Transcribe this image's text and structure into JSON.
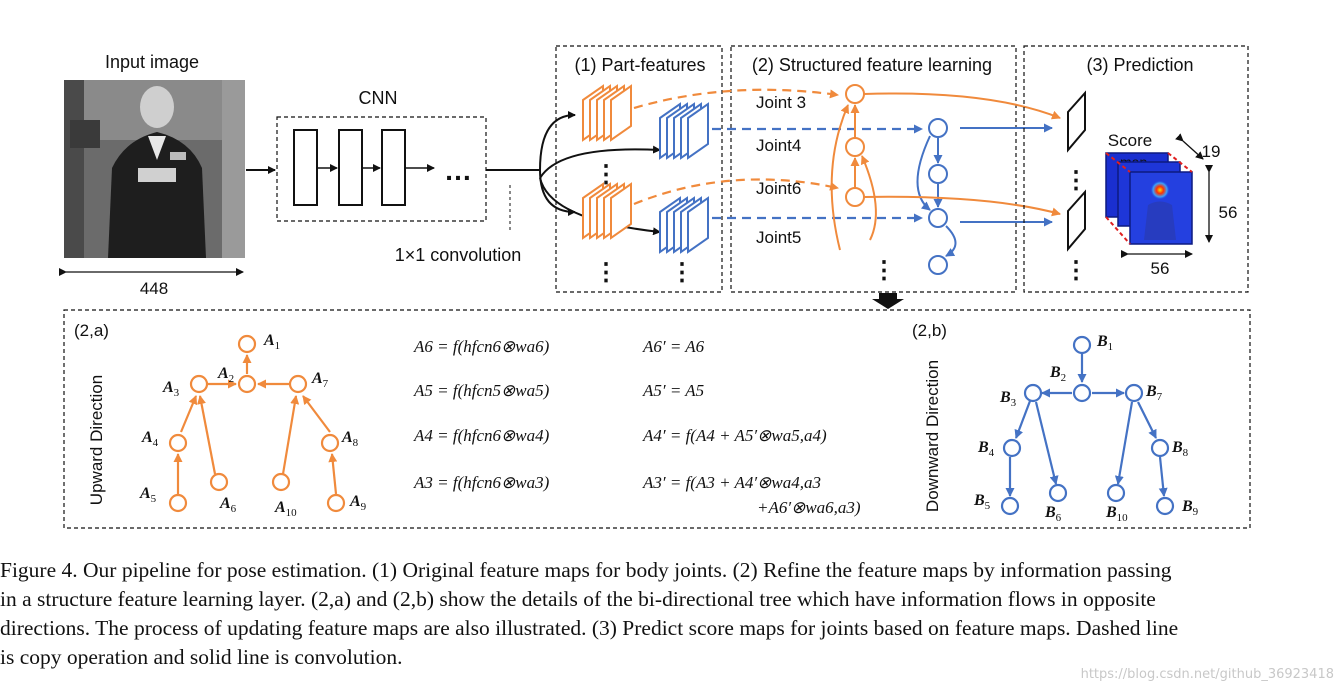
{
  "top": {
    "input_label": "Input image",
    "input_width": "448",
    "cnn_label": "CNN",
    "conv_label": "1×1 convolution",
    "section1": "(1) Part-features",
    "section2": "(2) Structured feature learning",
    "section3": "(3) Prediction",
    "joints": [
      "Joint 3",
      "Joint4",
      "Joint6",
      "Joint5"
    ],
    "score_label": "Score",
    "score_sub": "map",
    "dim_19": "19",
    "dim_56_side": "56",
    "dim_56_bottom": "56",
    "ellipsis": "…",
    "vdots": "⋮"
  },
  "bottom": {
    "panel_a": "(2,a)",
    "panel_b": "(2,b)",
    "upward": "Upward Direction",
    "downward": "Downward Direction",
    "eq": {
      "a6": "A6 = f(hfcn6⊗wa6)",
      "a5": "A5 = f(hfcn5⊗wa5)",
      "a4": "A4 = f(hfcn6⊗wa4)",
      "a3": "A3 = f(hfcn6⊗wa3)",
      "a6p": "A6′ = A6",
      "a5p": "A5′ = A5",
      "a4p": "A4′ = f(A4 + A5′⊗wa5,a4)",
      "a3p": "A3′ = f(A3 + A4′⊗wa4,a3",
      "a3p2": "+A6′⊗wa6,a3)"
    },
    "nodes_a": [
      {
        "id": "A1",
        "letter": "A",
        "sub": "1"
      },
      {
        "id": "A2",
        "letter": "A",
        "sub": "2"
      },
      {
        "id": "A3",
        "letter": "A",
        "sub": "3"
      },
      {
        "id": "A4",
        "letter": "A",
        "sub": "4"
      },
      {
        "id": "A5",
        "letter": "A",
        "sub": "5"
      },
      {
        "id": "A6",
        "letter": "A",
        "sub": "6"
      },
      {
        "id": "A7",
        "letter": "A",
        "sub": "7"
      },
      {
        "id": "A8",
        "letter": "A",
        "sub": "8"
      },
      {
        "id": "A9",
        "letter": "A",
        "sub": "9"
      },
      {
        "id": "A10",
        "letter": "A",
        "sub": "10"
      }
    ],
    "nodes_b": [
      {
        "id": "B1",
        "letter": "B",
        "sub": "1"
      },
      {
        "id": "B2",
        "letter": "B",
        "sub": "2"
      },
      {
        "id": "B3",
        "letter": "B",
        "sub": "3"
      },
      {
        "id": "B4",
        "letter": "B",
        "sub": "4"
      },
      {
        "id": "B5",
        "letter": "B",
        "sub": "5"
      },
      {
        "id": "B6",
        "letter": "B",
        "sub": "6"
      },
      {
        "id": "B7",
        "letter": "B",
        "sub": "7"
      },
      {
        "id": "B8",
        "letter": "B",
        "sub": "8"
      },
      {
        "id": "B9",
        "letter": "B",
        "sub": "9"
      },
      {
        "id": "B10",
        "letter": "B",
        "sub": "10"
      }
    ]
  },
  "caption": {
    "line1": "Figure 4. Our pipeline for pose estimation. (1) Original feature maps for body joints. (2) Refine the feature maps by information passing",
    "line2": "in a structure feature learning layer. (2,a) and (2,b) show the details of the bi-directional tree which have information flows in opposite",
    "line3": "directions. The process of updating feature maps are also illustrated. (3) Predict score maps for joints based on feature maps. Dashed line",
    "line4": "is copy operation and solid line is convolution."
  },
  "watermark": "https://blog.csdn.net/github_36923418",
  "colors": {
    "orange": "#F08A3C",
    "blue": "#4472C4",
    "black": "#111111",
    "score_blue": "#1a2fd0"
  }
}
